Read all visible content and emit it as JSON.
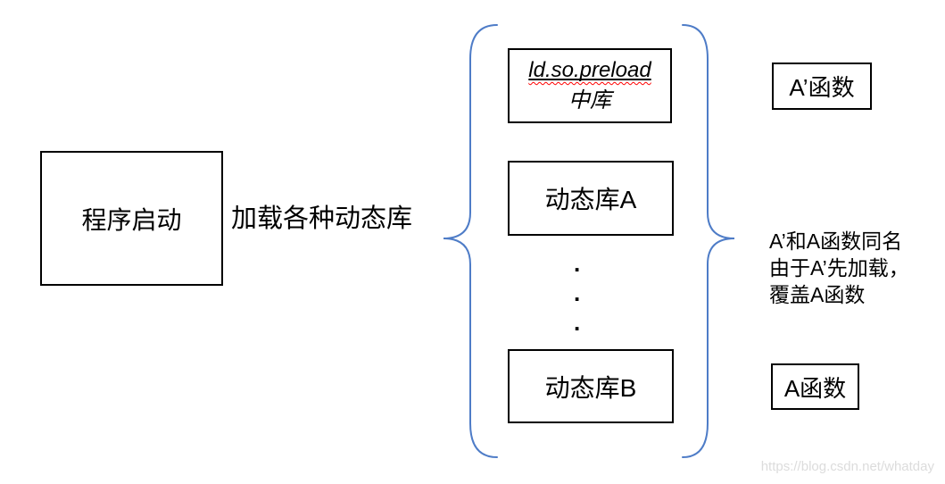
{
  "diagram": {
    "program_box": "程序启动",
    "load_label": "加载各种动态库",
    "preload_box": {
      "line1": "ld.so.preload",
      "line2": "中库"
    },
    "lib_a_box": "动态库A",
    "lib_b_box": "动态库B",
    "ellipsis": ".\n.\n.",
    "a_prime_box": "A’函数",
    "note_lines": {
      "line1": "A’和A函数同名",
      "line2": "由于A’先加载，",
      "line3": "覆盖A函数"
    },
    "a_box": "A函数",
    "watermark": "https://blog.csdn.net/whatday",
    "colors": {
      "background": "#FFFFFF",
      "box_border": "#000000",
      "text": "#000000",
      "brace": "#4E7CC7",
      "spellcheck_underline": "#FF0000",
      "watermark": "#DCDCDC"
    }
  }
}
